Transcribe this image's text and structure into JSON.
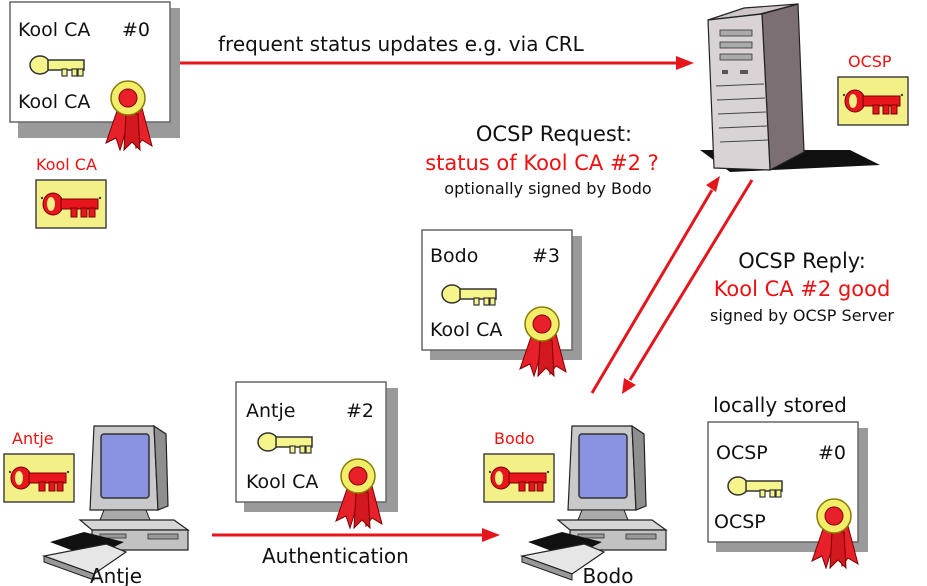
{
  "colors": {
    "red": "#ee1111",
    "key_yellow": "#f3f085",
    "key_outline": "#555555",
    "arrow_red": "#e5161b"
  },
  "arrows": {
    "crl_label": "frequent status updates e.g. via CRL",
    "auth_label": "Authentication"
  },
  "cert_kool_ca": {
    "subject": "Kool CA",
    "serial": "#0",
    "issuer": "Kool CA"
  },
  "cert_bodo": {
    "subject": "Bodo",
    "serial": "#3",
    "issuer": "Kool CA"
  },
  "cert_antje": {
    "subject": "Antje",
    "serial": "#2",
    "issuer": "Kool CA"
  },
  "cert_ocsp": {
    "subject": "OCSP",
    "serial": "#0",
    "issuer": "OCSP"
  },
  "keys": {
    "kool_ca": "Kool CA",
    "ocsp": "OCSP",
    "antje": "Antje",
    "bodo": "Bodo"
  },
  "request": {
    "title": "OCSP Request:",
    "status": "status of Kool CA #2 ?",
    "note": "optionally signed by Bodo"
  },
  "reply": {
    "title": "OCSP Reply:",
    "status": "Kool CA #2 good",
    "note": "signed by OCSP Server"
  },
  "locally_stored": "locally stored",
  "computers": {
    "antje": "Antje",
    "bodo": "Bodo"
  },
  "icons": [
    "key-icon",
    "seal-icon",
    "server-icon",
    "computer-icon",
    "certificate-icon"
  ]
}
